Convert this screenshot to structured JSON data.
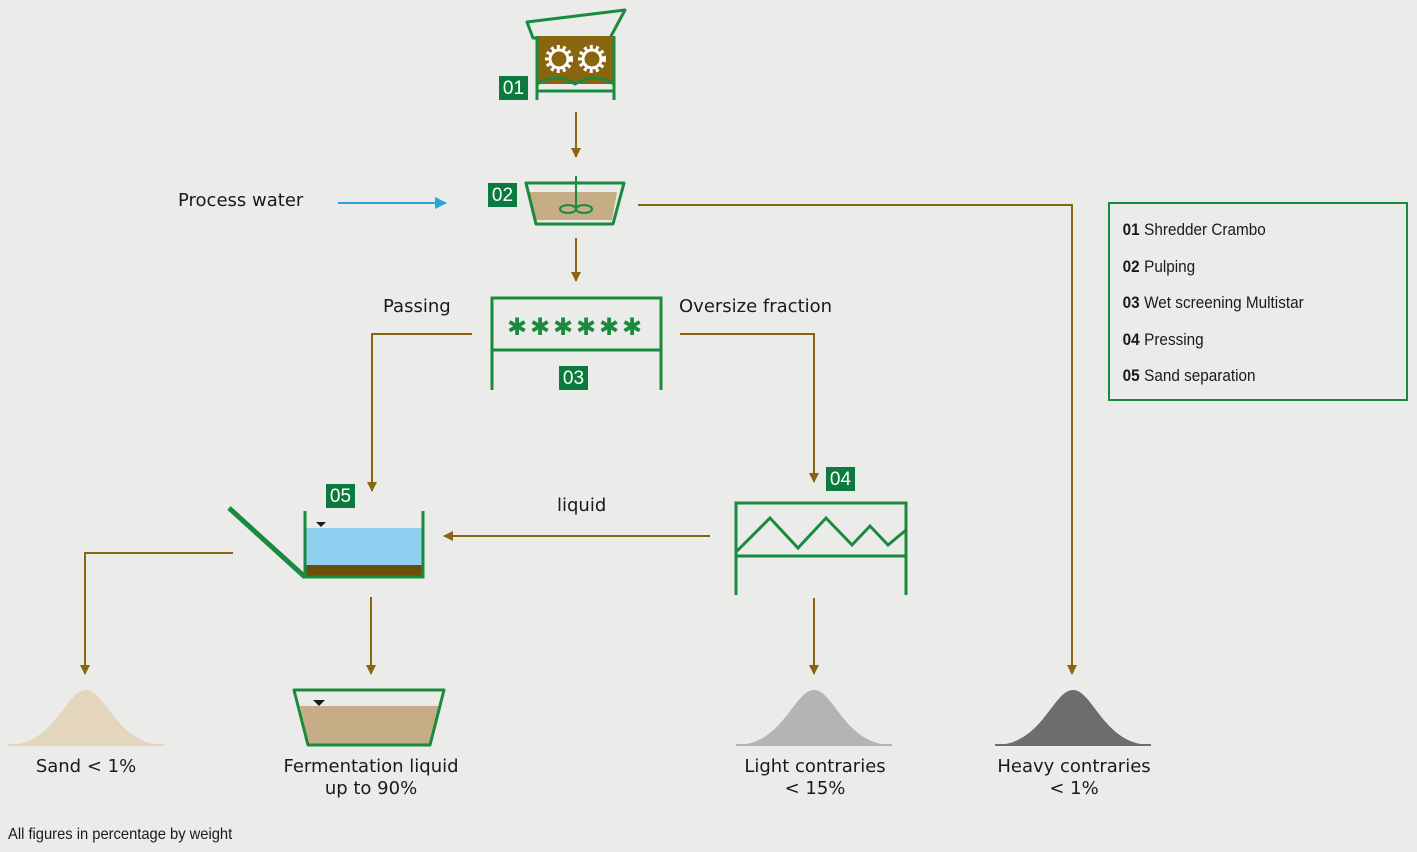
{
  "colors": {
    "background": "#ebebea",
    "flow_arrow": "#8a6510",
    "water_arrow": "#2aa4de",
    "equipment_green": "#1a8a3e",
    "tag_green": "#0c7a3e",
    "sand_pile": "#e3d6bd",
    "fermentation_liquid": "#c6ad85",
    "light_contraries_pile": "#b4b4b4",
    "heavy_contraries_pile": "#6d6d6d",
    "sand_tank_water": "#8fd0f0",
    "sediment": "#6b4e0a"
  },
  "tags": {
    "t01": "01",
    "t02": "02",
    "t03": "03",
    "t04": "04",
    "t05": "05"
  },
  "labels": {
    "process_water": "Process water",
    "passing": "Passing",
    "oversize_fraction": "Oversize fraction",
    "liquid": "liquid"
  },
  "outputs": {
    "sand": "Sand < 1%",
    "fermentation_liquid_line1": "Fermentation liquid",
    "fermentation_liquid_line2": "up to 90%",
    "light_contraries_line1": "Light contraries",
    "light_contraries_line2": "< 15%",
    "heavy_contraries_line1": "Heavy contraries",
    "heavy_contraries_line2": "< 1%"
  },
  "legend": [
    {
      "num": "01",
      "text": "Shredder Crambo"
    },
    {
      "num": "02",
      "text": "Pulping"
    },
    {
      "num": "03",
      "text": "Wet screening Multistar"
    },
    {
      "num": "04",
      "text": "Pressing"
    },
    {
      "num": "05",
      "text": "Sand separation"
    }
  ],
  "footnote": "All figures in percentage by weight",
  "icons": [
    "shredder-icon",
    "pulper-icon",
    "star-screen-icon",
    "press-icon",
    "sand-separator-icon",
    "fermentation-tank-icon"
  ]
}
